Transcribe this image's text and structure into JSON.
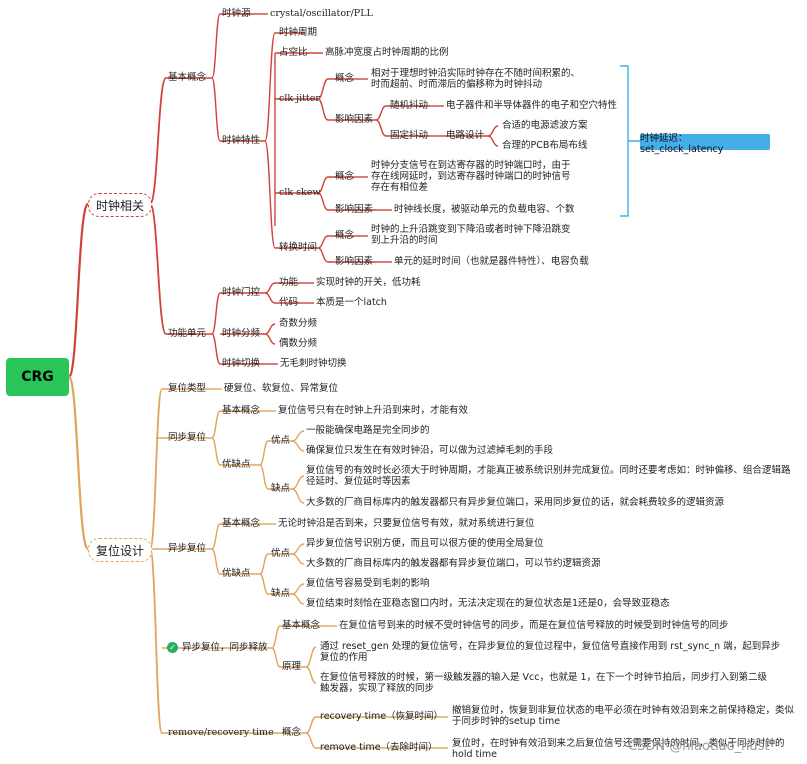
{
  "root": "CRG",
  "clock": {
    "title": "时钟相关",
    "basic": "基本概念",
    "source_label": "时钟源",
    "source_value": "crystal/oscillator/PLL",
    "characteristics": "时钟特性",
    "period": "时钟周期",
    "duty": "占空比",
    "duty_desc": "高脉冲宽度占时钟周期的比例",
    "jitter": "clk jitter",
    "jitter_concept": "概念",
    "jitter_concept_desc": "相对于理想时钟沿实际时钟存在不随时间积累的、时而超前、时而滞后的偏移称为时钟抖动",
    "jitter_factors": "影响因素",
    "random_jitter": "随机抖动",
    "random_jitter_desc": "电子器件和半导体器件的电子和空穴特性",
    "fixed_jitter": "固定抖动",
    "circuit_design": "电路设计",
    "power_filter": "合适的电源滤波方案",
    "pcb": "合理的PCB布局布线",
    "skew": "clk skew",
    "skew_concept": "概念",
    "skew_concept_desc": "时钟分支信号在到达寄存器的时钟端口时，由于存在线网延时，到达寄存器时钟端口的时钟信号存在有相位差",
    "skew_factors": "影响因素",
    "skew_factors_desc": "时钟线长度，被驱动单元的负载电容、个数",
    "transition": "转换时间",
    "transition_concept": "概念",
    "transition_concept_desc": "时钟的上升沿跳变到下降沿或者时钟下降沿跳变到上升沿的时间",
    "transition_factors": "影响因素",
    "transition_factors_desc": "单元的延时时间（也就是器件特性）、电容负载",
    "callout": "时钟延迟：set_clock_latency",
    "functional": "功能单元",
    "gating": "时钟门控",
    "gating_function": "功能",
    "gating_function_desc": "实现时钟的开关，低功耗",
    "gating_code": "代码",
    "gating_code_desc": "本质是一个latch",
    "divider": "时钟分频",
    "odd": "奇数分频",
    "even": "偶数分频",
    "switch": "时钟切换",
    "switch_desc": "无毛刺时钟切换"
  },
  "reset": {
    "title": "复位设计",
    "types": "复位类型",
    "types_desc": "硬复位、软复位、异常复位",
    "sync": "同步复位",
    "sync_basic": "基本概念",
    "sync_basic_desc": "复位信号只有在时钟上升沿到来时，才能有效",
    "sync_proscons": "优缺点",
    "sync_pros": "优点",
    "sync_pro1": "一般能确保电路是完全同步的",
    "sync_pro2": "确保复位只发生在有效时钟沿，可以做为过滤掉毛刺的手段",
    "sync_cons": "缺点",
    "sync_con1": "复位信号的有效时长必须大于时钟周期，才能真正被系统识别并完成复位。同时还要考虑如：时钟偏移、组合逻辑路径延时、复位延时等因素",
    "sync_con2": "大多数的厂商目标库内的触发器都只有异步复位端口，采用同步复位的话，就会耗费较多的逻辑资源",
    "async": "异步复位",
    "async_basic": "基本概念",
    "async_basic_desc": "无论时钟沿是否到来，只要复位信号有效，就对系统进行复位",
    "async_proscons": "优缺点",
    "async_pros": "优点",
    "async_pro1": "异步复位信号识别方便，而且可以很方便的使用全局复位",
    "async_pro2": "大多数的厂商目标库内的触发器都有异步复位端口，可以节约逻辑资源",
    "async_cons": "缺点",
    "async_con1": "复位信号容易受到毛刺的影响",
    "async_con2": "复位结束时刻恰在亚稳态窗口内时，无法决定现在的复位状态是1还是0，会导致亚稳态",
    "arsr": "异步复位，同步释放",
    "arsr_basic": "基本概念",
    "arsr_basic_desc": "在复位信号到来的时候不受时钟信号的同步，而是在复位信号释放的时候受到时钟信号的同步",
    "arsr_principle": "原理",
    "arsr_p1": "通过 reset_gen 处理的复位信号，在异步复位的复位过程中，复位信号直接作用到 rst_sync_n 端，起到异步复位的作用",
    "arsr_p2": "在复位信号释放的时候，第一级触发器的输入是 Vcc，也就是 1，在下一个时钟节拍后，同步打入到第二级触发器，实现了释放的同步",
    "removal_recovery": "remove/recovery time",
    "rr_concept": "概念",
    "recovery": "recovery time（恢复时间）",
    "recovery_desc": "撤销复位时，恢复到非复位状态的电平必须在时钟有效沿到来之前保持稳定，类似于同步时钟的setup time",
    "removal": "remove time（去除时间）",
    "removal_desc": "复位时，在时钟有效沿到来之后复位信号还需要保持的时间，类似于同步时钟的hold time"
  },
  "watermark": "CSDN @hiaotiao_hust"
}
